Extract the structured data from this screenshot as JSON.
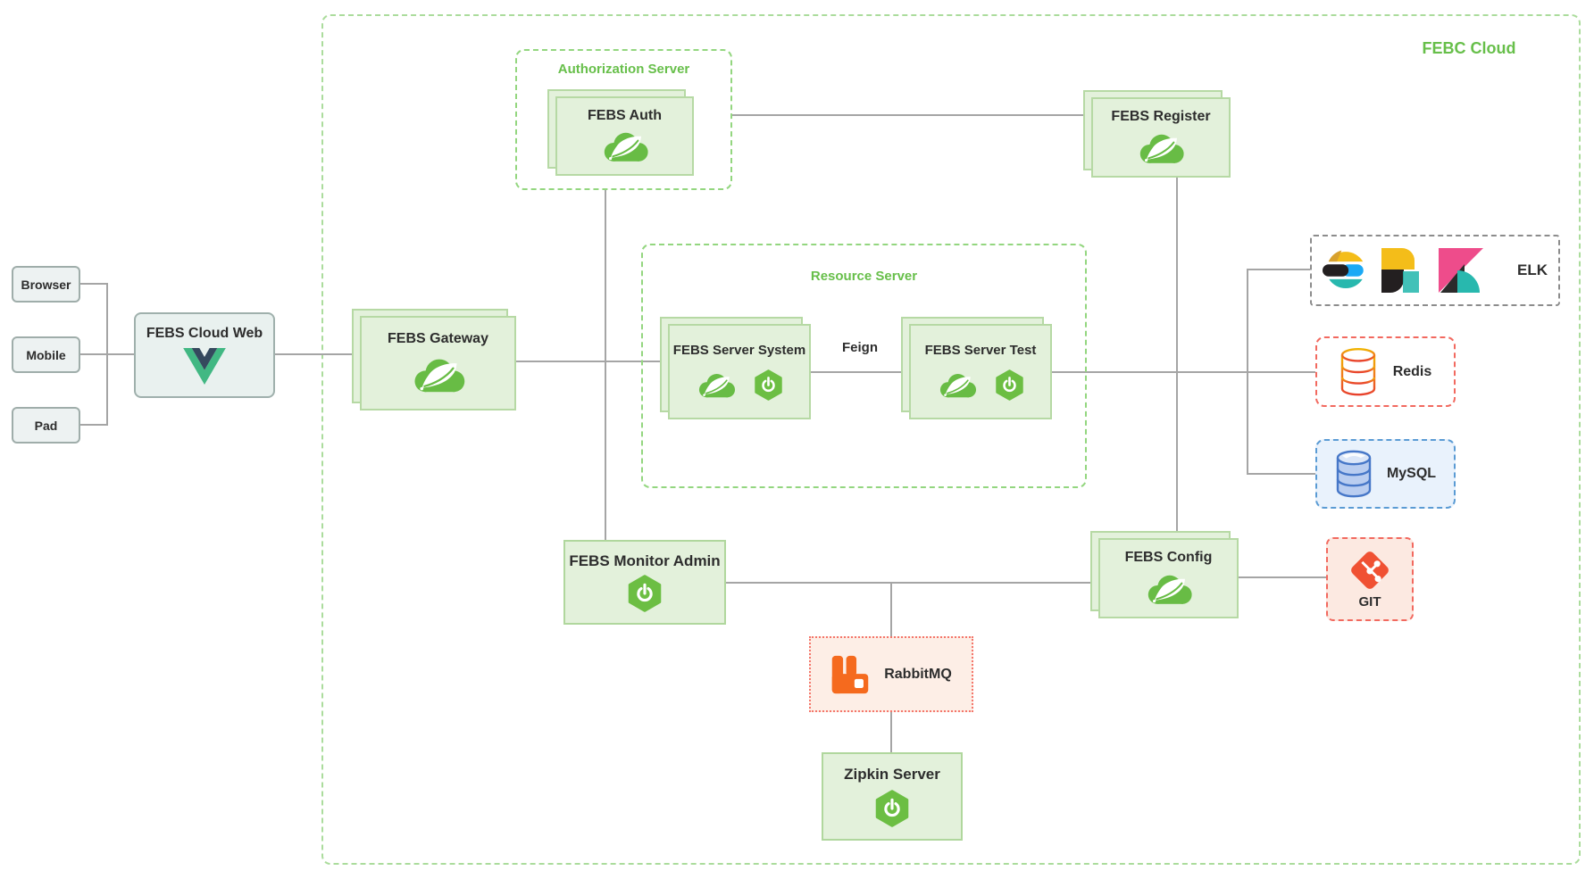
{
  "diagram_title": "FEBC Cloud",
  "clients": [
    {
      "label": "Browser"
    },
    {
      "label": "Mobile"
    },
    {
      "label": "Pad"
    }
  ],
  "web": {
    "label": "FEBS Cloud Web"
  },
  "gateway": {
    "label": "FEBS Gateway"
  },
  "auth_group": {
    "title": "Authorization Server",
    "auth": {
      "label": "FEBS Auth"
    }
  },
  "register": {
    "label": "FEBS Register"
  },
  "resource_group": {
    "title": "Resource Server",
    "system": {
      "label": "FEBS Server System"
    },
    "test": {
      "label": "FEBS Server Test"
    },
    "link_label": "Feign"
  },
  "monitor": {
    "label": "FEBS Monitor Admin"
  },
  "config": {
    "label": "FEBS Config"
  },
  "rabbitmq": {
    "label": "RabbitMQ"
  },
  "zipkin": {
    "label": "Zipkin Server"
  },
  "stores": {
    "elk": {
      "label": "ELK"
    },
    "redis": {
      "label": "Redis"
    },
    "mysql": {
      "label": "MySQL"
    },
    "git": {
      "label": "GIT"
    }
  },
  "icons": {
    "spring_cloud": "spring-cloud-leaf",
    "spring_boot": "spring-boot-hexagon-power",
    "vue": "vue-chevron",
    "elasticsearch": "elastic-e",
    "logstash": "logstash-l",
    "kibana": "kibana-k",
    "redis": "database-cylinder-orange",
    "mysql": "database-cylinder-blue",
    "git": "git-diamond-branch",
    "rabbitmq": "rabbit-blocks"
  },
  "colors": {
    "accent_green": "#67bf4a",
    "node_fill": "#e3f1db",
    "node_border": "#b6d9a4",
    "group_dash": "#93d67f",
    "connector_gray": "#a5a5a5",
    "spring_green": "#6cbe43",
    "vue_green": "#41b883",
    "vue_dark": "#35495e",
    "redis_red": "#f2695f",
    "mysql_blue": "#5a9bd4",
    "git_orange": "#f05133",
    "rabbit_orange": "#f56a1e",
    "elastic_yellow": "#f4bd19",
    "elastic_blue": "#1ba9f5",
    "elastic_teal": "#28b8ae",
    "kibana_pink": "#ee4c8b"
  }
}
